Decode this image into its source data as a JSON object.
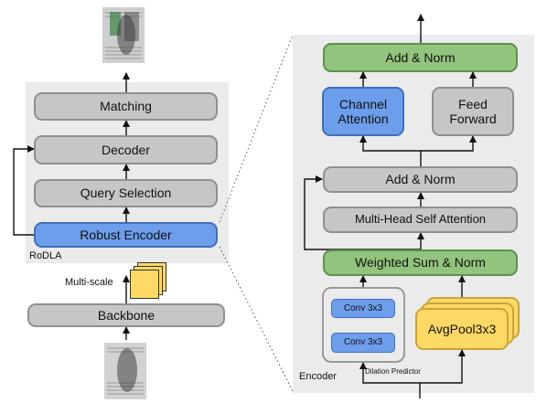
{
  "left": {
    "panel_label": "RoDLA",
    "boxes": {
      "matching": "Matching",
      "decoder": "Decoder",
      "query_selection": "Query Selection",
      "robust_encoder": "Robust Encoder",
      "backbone": "Backbone"
    },
    "multiscale_label": "Multi-scale"
  },
  "right": {
    "panel_label": "Encoder",
    "boxes": {
      "add_norm_top": "Add & Norm",
      "channel_attention": "Channel\nAttention",
      "feed_forward": "Feed\nForward",
      "add_norm_mid": "Add & Norm",
      "mhsa": "Multi-Head Self Attention",
      "weighted_sum": "Weighted Sum & Norm",
      "conv_top": "Conv 3x3",
      "conv_bottom": "Conv 3x3",
      "avgpool": "AvgPool3x3"
    },
    "dilation_label": "Dilation Predictor"
  },
  "colors": {
    "panel": "#ebebeb",
    "gray_box": "#c6c6c6",
    "blue_box": "#6d9eeb",
    "green_box": "#93c47d",
    "yellow_box": "#ffd966"
  }
}
